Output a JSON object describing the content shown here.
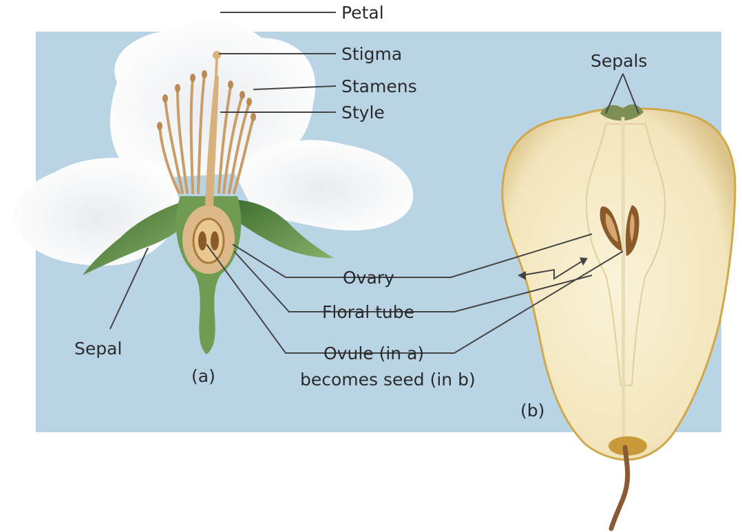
{
  "labels": {
    "petal": "Petal",
    "stigma": "Stigma",
    "stamens": "Stamens",
    "style": "Style",
    "sepals": "Sepals",
    "ovary": "Ovary",
    "floral_tube": "Floral tube",
    "ovule_line1": "Ovule (in a)",
    "ovule_line2": "becomes seed (in b)",
    "sepal": "Sepal",
    "panel_a": "(a)",
    "panel_b": "(b)"
  },
  "colors": {
    "background_panel": "#b9d5e5",
    "petal": "#ffffff",
    "sepal_green": "#5f8f45",
    "floral_tube_tan": "#ddb98a",
    "ovule_brown": "#8a5a2a",
    "pear_flesh": "#f6ecc8",
    "pear_skin": "#c99a3a",
    "seed_brown": "#8b5a2b",
    "stem_brown": "#8a5a35",
    "leader_line": "#444444"
  }
}
